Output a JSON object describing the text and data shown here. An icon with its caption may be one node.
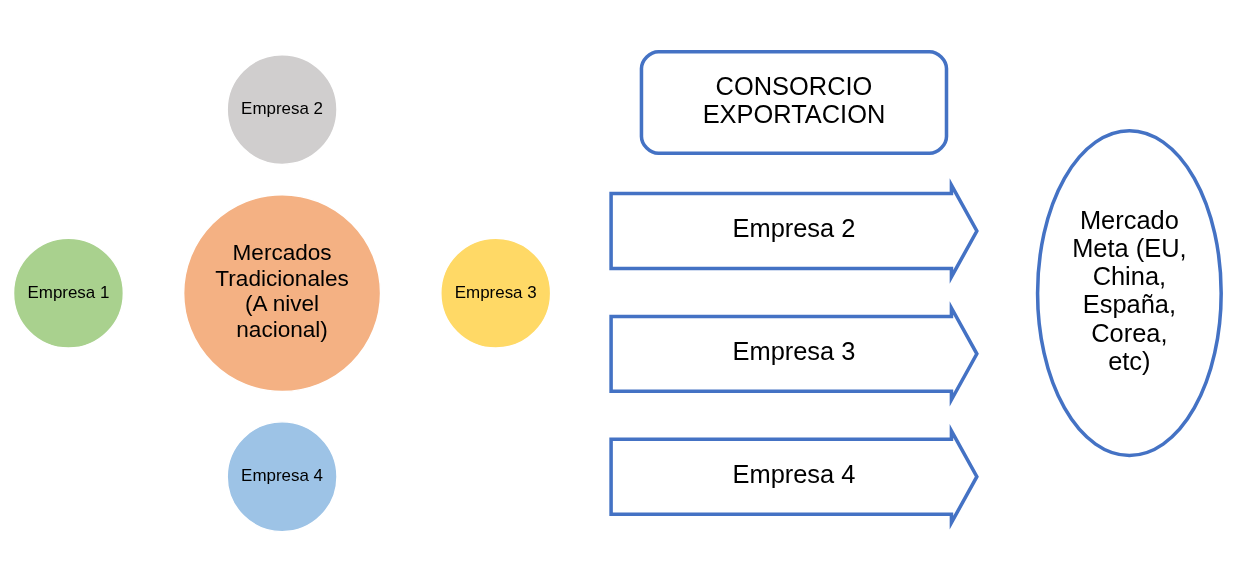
{
  "diagram": {
    "nodes": [
      {
        "text": [
          "Mercados Tradicionales (A nivel nacional)"
        ]
      },
      {
        "text": [
          "Empresa 2"
        ]
      },
      {
        "text": [
          "Empresa 1"
        ]
      },
      {
        "text": [
          "Empresa 3"
        ]
      },
      {
        "text": [
          "Empresa 4"
        ]
      },
      {
        "text": [
          "CONSORCIO EXPORTACION"
        ]
      },
      {
        "text": [
          "Empresa 2"
        ]
      },
      {
        "text": [
          "Empresa 3"
        ]
      },
      {
        "text": [
          "Empresa 4"
        ]
      },
      {
        "text": [
          "Mercado Meta (EU, China, España, Corea, etc)"
        ]
      }
    ]
  }
}
